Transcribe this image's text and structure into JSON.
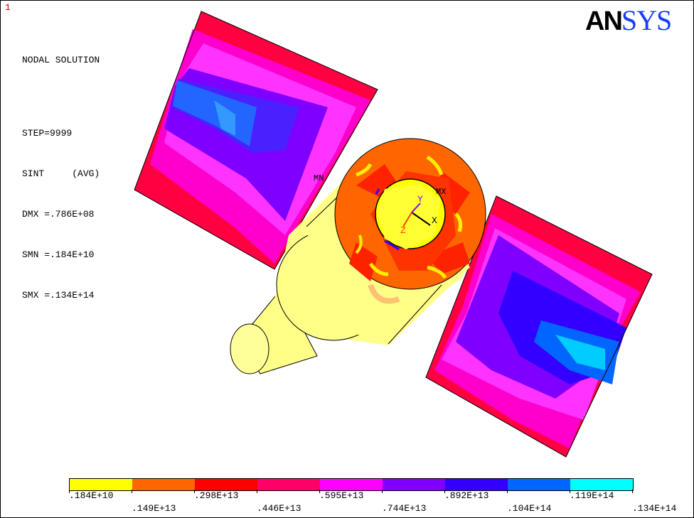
{
  "window_number": "1",
  "logo": {
    "part1": "AN",
    "part2": "SYS"
  },
  "plot_info": {
    "line1": "NODAL SOLUTION",
    "line2": "STEP=9999",
    "line3": "SINT     (AVG)",
    "line4": "DMX =.786E+08",
    "line5": "SMN =.184E+10",
    "line6": "SMX =.134E+14"
  },
  "markers": {
    "min": "MN",
    "max": "MX"
  },
  "axes": {
    "x": "X",
    "y": "Y",
    "z": "Z"
  },
  "legend": {
    "colors": [
      "#ffff00",
      "#ff6600",
      "#ff0000",
      "#ff0066",
      "#ff00ff",
      "#7f00ff",
      "#3300ff",
      "#0066ff",
      "#00ffff"
    ],
    "labels_top": [
      ".184E+10",
      ".298E+13",
      ".595E+13",
      ".892E+13",
      ".119E+14"
    ],
    "labels_bottom": [
      ".149E+13",
      ".446E+13",
      ".744E+13",
      ".104E+14",
      ".134E+14"
    ]
  }
}
